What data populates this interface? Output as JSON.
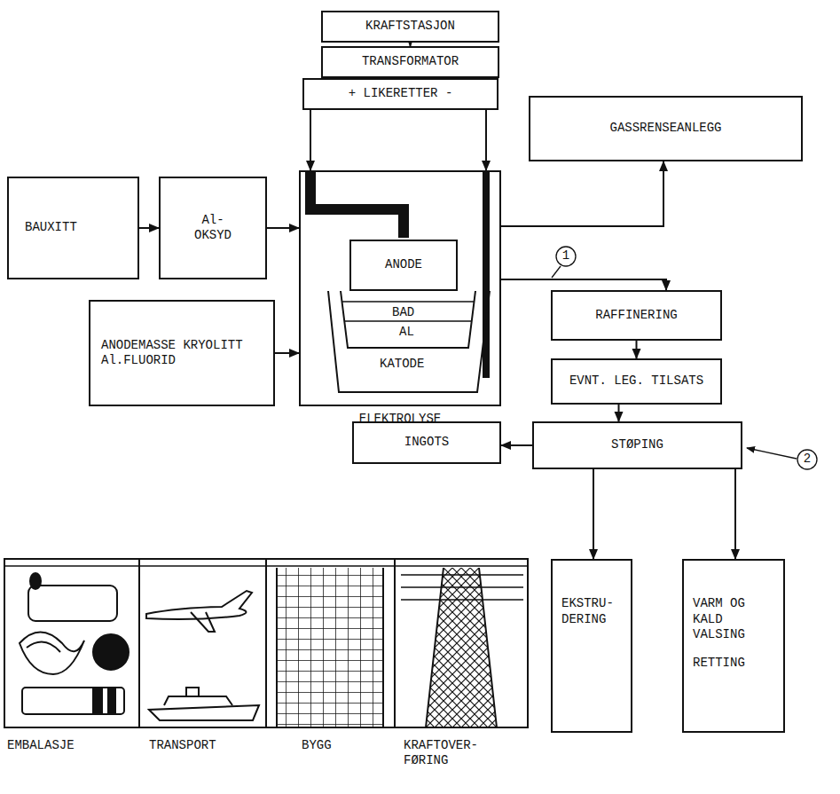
{
  "diagram": {
    "nodes": [
      {
        "text": [
          "KRAFTSTASJON"
        ]
      },
      {
        "text": [
          "TRANSFORMATOR"
        ]
      },
      {
        "text": [
          "+ LIKERETTER -"
        ]
      },
      {
        "text": [
          "GASSRENSEANLEGG"
        ]
      },
      {
        "text": [
          "ELEKTROLYSE"
        ]
      },
      {
        "text": [
          "ANODE"
        ],
        "in": 4
      },
      {
        "text": [
          "BAUXITT"
        ]
      },
      {
        "text": [
          "Al- OKSYD"
        ]
      },
      {
        "text": [
          "ANODEMASSE KRYOLITT Al.FLUORID"
        ]
      },
      {
        "text": [
          "RAFFINERING"
        ]
      },
      {
        "text": [
          "EVNT. LEG. TILSATS"
        ]
      },
      {
        "text": [
          "STØPING"
        ]
      },
      {
        "text": [
          "INGOTS"
        ]
      },
      {
        "text": [
          "EKSTRU- DERING"
        ]
      },
      {
        "text": [
          "VARM OG KALD VALSING",
          "RETTING"
        ]
      }
    ],
    "edges": [
      {
        "from": 0,
        "to": 1,
        "arrow": "to"
      },
      {
        "from": 1,
        "to": 2,
        "arrow": "to"
      },
      {
        "from": 2,
        "to": 4,
        "arrow": "to"
      },
      {
        "from": 2,
        "to": 4,
        "arrow": "to"
      },
      {
        "from": 6,
        "to": 7,
        "arrow": "to"
      },
      {
        "from": 7,
        "to": 4,
        "arrow": "to"
      },
      {
        "from": 8,
        "to": 4,
        "arrow": "to"
      },
      {
        "from": 4,
        "to": 3,
        "arrow": "to"
      },
      {
        "from": 4,
        "to": 9,
        "arrow": "to"
      },
      {
        "from": 9,
        "to": 10,
        "arrow": "to"
      },
      {
        "from": 10,
        "to": 11,
        "arrow": "to"
      },
      {
        "from": 11,
        "to": 12,
        "arrow": "to"
      },
      {
        "from": 11,
        "to": 13,
        "arrow": "to"
      },
      {
        "from": 11,
        "to": 14,
        "arrow": "to"
      }
    ],
    "labels": [
      "BAD",
      "AL",
      "KATODE",
      "1",
      "2",
      "EMBALASJE",
      "TRANSPORT",
      "BYGG",
      "KRAFTOVER- FØRING"
    ]
  }
}
